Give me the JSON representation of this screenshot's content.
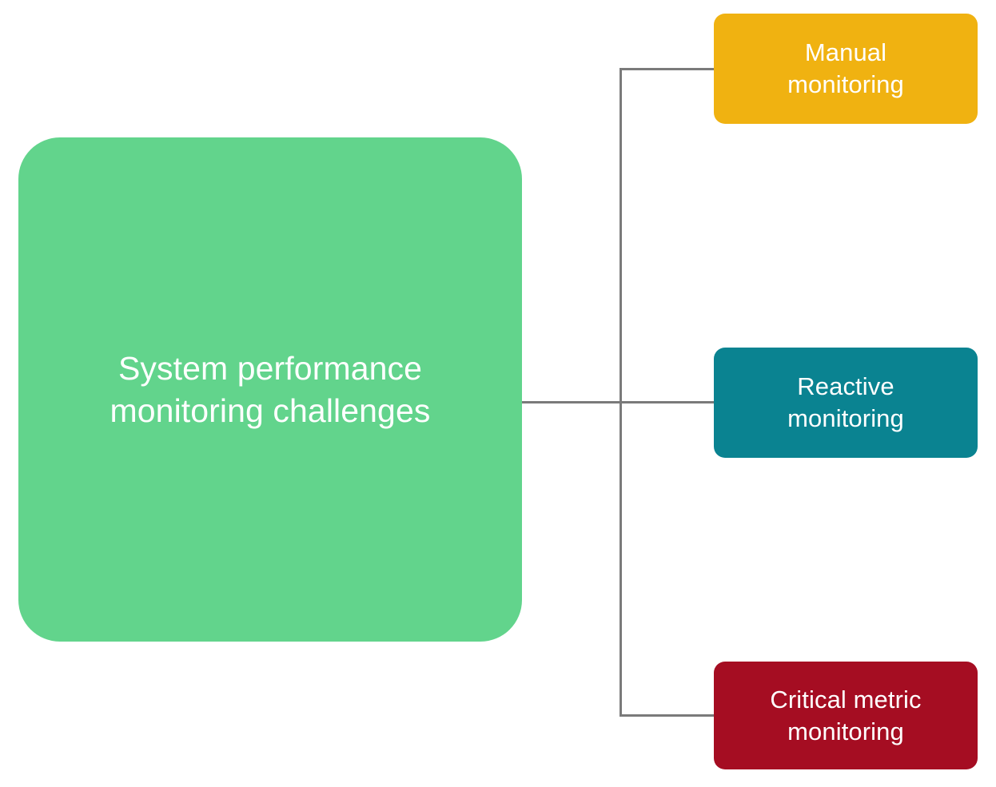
{
  "diagram": {
    "type": "hierarchy-tree",
    "orientation": "left-to-right",
    "background_color": "#FFFFFF",
    "connector_color": "#7A7A7A",
    "root": {
      "label": "System performance\nmonitoring challenges",
      "line1": "System performance",
      "line2": "monitoring challenges",
      "fill_color": "#62D48C",
      "text_color": "#FFFFFF"
    },
    "branches": [
      {
        "label": "Manual\nmonitoring",
        "line1": "Manual",
        "line2": "monitoring",
        "fill_color": "#F0B211",
        "text_color": "#FFFFFF"
      },
      {
        "label": "Reactive\nmonitoring",
        "line1": "Reactive",
        "line2": "monitoring",
        "fill_color": "#0A8391",
        "text_color": "#FFFFFF"
      },
      {
        "label": "Critical metric\nmonitoring",
        "line1": "Critical metric",
        "line2": "monitoring",
        "fill_color": "#A50D22",
        "text_color": "#FFFFFF"
      }
    ]
  }
}
